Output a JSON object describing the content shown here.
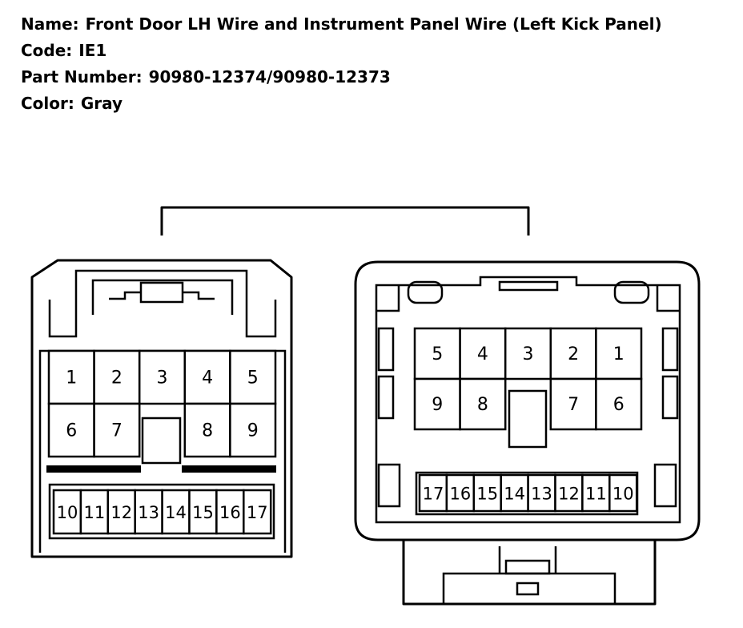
{
  "info": {
    "name_label": "Name:",
    "name_value": "Front Door LH Wire and Instrument Panel Wire (Left Kick Panel)",
    "code_label": "Code:",
    "code_value": "IE1",
    "part_label": "Part Number:",
    "part_value": "90980-12374/90980-12373",
    "color_label": "Color:",
    "color_value": "Gray"
  },
  "left_connector": {
    "upper_pins": [
      "1",
      "2",
      "3",
      "4",
      "5",
      "6",
      "7",
      "8",
      "9"
    ],
    "lower_pins": [
      "10",
      "11",
      "12",
      "13",
      "14",
      "15",
      "16",
      "17"
    ]
  },
  "right_connector": {
    "upper_pins": [
      "5",
      "4",
      "3",
      "2",
      "1",
      "9",
      "8",
      "7",
      "6"
    ],
    "lower_pins": [
      "17",
      "16",
      "15",
      "14",
      "13",
      "12",
      "11",
      "10"
    ]
  }
}
